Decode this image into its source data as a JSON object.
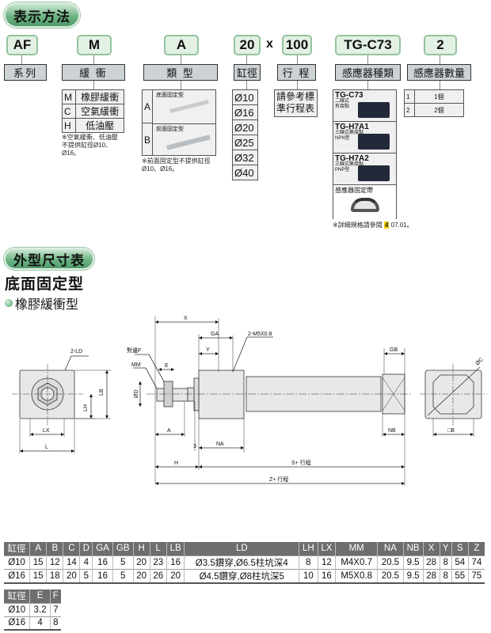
{
  "section1": {
    "title": "表示方法"
  },
  "codes": [
    {
      "code": "AF",
      "label": "系列"
    },
    {
      "code": "M",
      "label": "緩 衝"
    },
    {
      "code": "A",
      "label": "類 型"
    },
    {
      "code": "20",
      "label": "缸徑"
    },
    {
      "code": "100",
      "label": "行 程"
    },
    {
      "code": "TG-C73",
      "label": "感應器種類"
    },
    {
      "code": "2",
      "label": "感應器數量"
    }
  ],
  "separator": "x",
  "buffer": {
    "options": [
      {
        "k": "M",
        "v": "橡膠緩衝"
      },
      {
        "k": "C",
        "v": "空氣緩衝"
      },
      {
        "k": "H",
        "v": "低油壓"
      }
    ],
    "note": "※空氣緩衝、低油壓不提供缸徑Ø10、Ø16。"
  },
  "type": {
    "options": [
      {
        "k": "A",
        "v": "底面固定型"
      },
      {
        "k": "B",
        "v": "前面固定型"
      }
    ],
    "note": "※前面固定型不提供缸徑Ø10、Ø16。"
  },
  "bores": [
    "Ø10",
    "Ø16",
    "Ø20",
    "Ø25",
    "Ø32",
    "Ø40"
  ],
  "stroke": {
    "text": "請參考標準行程表"
  },
  "sensors": {
    "items": [
      {
        "model": "TG-C73",
        "desc1": "二線式",
        "desc2": "有接點"
      },
      {
        "model": "TG-H7A1",
        "desc1": "三線式無接點",
        "desc2": "NPN型"
      },
      {
        "model": "TG-H7A2",
        "desc1": "三線式無接點",
        "desc2": "PNP型"
      }
    ],
    "bracket": "感應器固定帶",
    "note_pre": "※詳細規格請參閱",
    "note_hl": "4",
    "note_post": "07.01。"
  },
  "count": {
    "options": [
      {
        "k": "1",
        "v": "1個"
      },
      {
        "k": "2",
        "v": "2個"
      }
    ]
  },
  "section2": {
    "title": "外型尺寸表",
    "heading": "底面固定型",
    "subheading": "橡膠緩衝型"
  },
  "drawing": {
    "labels": {
      "ld": "2-LD",
      "lb": "LB",
      "lh": "LH",
      "lx": "LX",
      "l": "L",
      "x": "X",
      "ga": "GA",
      "y": "Y",
      "port": "2-M5X0.8",
      "f": "對邊F",
      "mm": "MM",
      "e": "E",
      "d": "ØD",
      "a": "A",
      "three": "3",
      "na": "NA",
      "h": "H",
      "s": "S+ 行程",
      "z": "Z+ 行程",
      "gb": "GB",
      "nb": "NB",
      "b": "□B",
      "c": "ØC"
    }
  },
  "dim_table": {
    "headers": [
      "缸徑",
      "A",
      "B",
      "C",
      "D",
      "GA",
      "GB",
      "H",
      "L",
      "LB",
      "LD",
      "LH",
      "LX",
      "MM",
      "NA",
      "NB",
      "X",
      "Y",
      "S",
      "Z"
    ],
    "rows": [
      [
        "Ø10",
        "15",
        "12",
        "14",
        "4",
        "16",
        "5",
        "20",
        "23",
        "16",
        "Ø3.5鑽穿,Ø6.5柱坑深4",
        "8",
        "12",
        "M4X0.7",
        "20.5",
        "9.5",
        "28",
        "8",
        "54",
        "74"
      ],
      [
        "Ø16",
        "15",
        "18",
        "20",
        "5",
        "16",
        "5",
        "20",
        "26",
        "20",
        "Ø4.5鑽穿,Ø8柱坑深5",
        "10",
        "16",
        "M5X0.8",
        "20.5",
        "9.5",
        "28",
        "8",
        "55",
        "75"
      ]
    ]
  },
  "ef_table": {
    "headers": [
      "缸徑",
      "E",
      "F"
    ],
    "rows": [
      [
        "Ø10",
        "3.2",
        "7"
      ],
      [
        "Ø16",
        "4",
        "8"
      ]
    ]
  }
}
